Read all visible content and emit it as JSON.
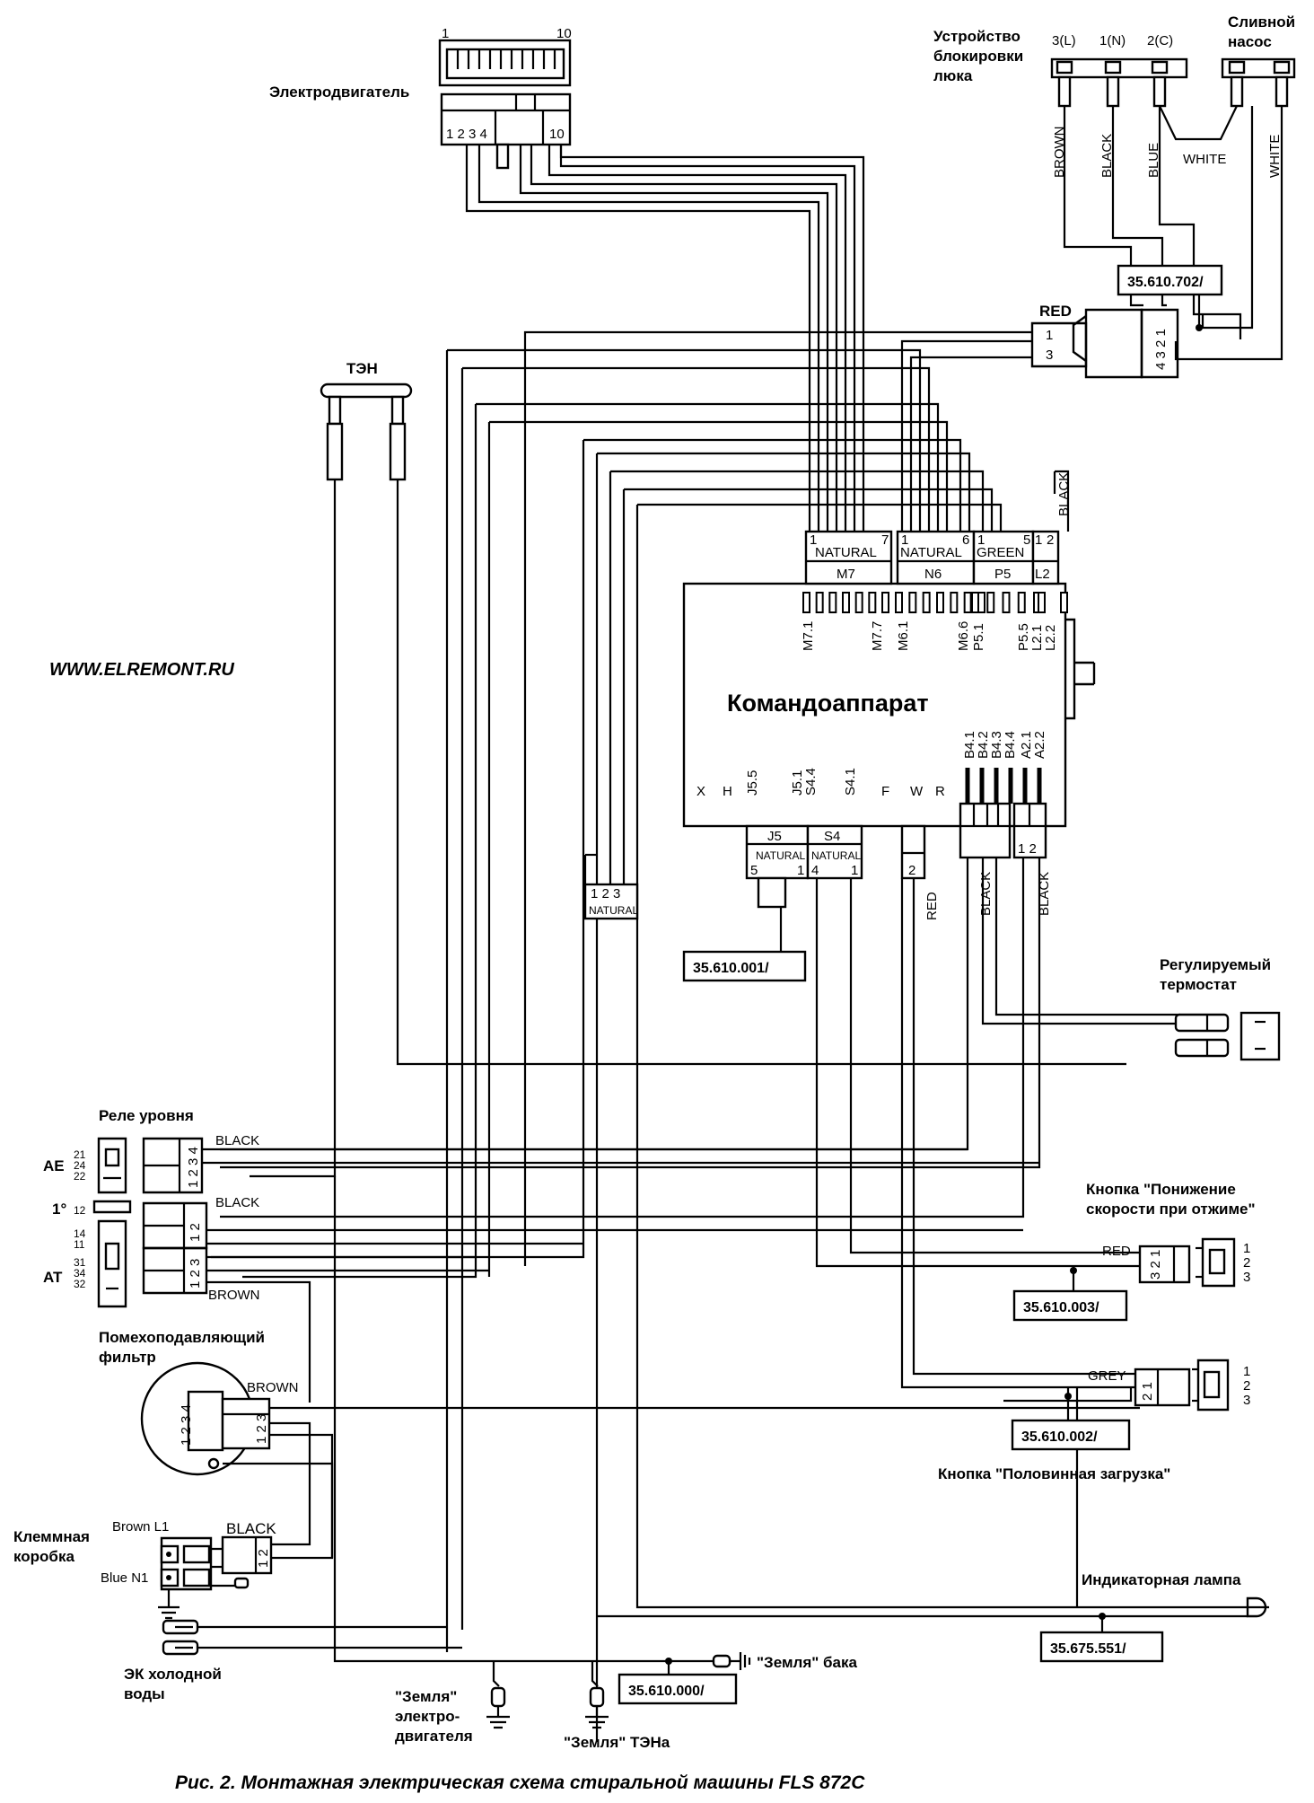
{
  "caption": "Рис.  2.  Монтажная электрическая схема стиральной машины  FLS 872С",
  "website": "WWW.ELREMONT.RU",
  "motor": {
    "label": "Электродвигатель",
    "pin_first": "1",
    "pin_last": "10",
    "pins_left": "1 2 3 4",
    "pins_right": "10"
  },
  "heater": {
    "label": "ТЭН"
  },
  "door_lock": {
    "label_line1": "Устройство",
    "label_line2": "блокировки",
    "label_line3": "люка",
    "pin_l": "3(L)",
    "pin_n": "1(N)",
    "pin_c": "2(C)"
  },
  "drain_pump": {
    "label_line1": "Сливной",
    "label_line2": "насос"
  },
  "wires": {
    "brown": "BROWN",
    "black": "BLACK",
    "blue": "BLUE",
    "white": "WHITE",
    "red": "RED",
    "grey": "GREY",
    "green": "GREEN",
    "natural": "NATURAL"
  },
  "connector_4pin": {
    "pins_left_top": "1",
    "pins_left_bottom": "3",
    "pins_right": "4 3 2 1"
  },
  "controller": {
    "label": "Командоаппарат",
    "top_connectors": [
      {
        "name": "M7",
        "pin_a": "1",
        "pin_b": "7",
        "wire": "NATURAL"
      },
      {
        "name": "N6",
        "pin_a": "1",
        "pin_b": "6",
        "wire": "NATURAL"
      },
      {
        "name": "P5",
        "pin_a": "1",
        "pin_b": "5",
        "wire": "GREEN"
      },
      {
        "name": "L2",
        "pin_a": "1",
        "pin_b": "2"
      }
    ],
    "top_pin_labels": [
      "M7.1",
      "M7.7",
      "M6.1",
      "M6.6",
      "P5.1",
      "P5.5",
      "L2.1",
      "L2.2"
    ],
    "right_pin_labels": [
      "B4.1",
      "B4.2",
      "B4.3",
      "B4.4",
      "A2.1",
      "A2.2"
    ],
    "bottom_pin_labels": [
      "X",
      "H",
      "J5.5",
      "J5.1",
      "S4.4",
      "S4.1",
      "F",
      "W",
      "R"
    ],
    "bottom_connectors": [
      {
        "name": "J5",
        "pin_a": "5",
        "pin_b": "1",
        "wire": "NATURAL"
      },
      {
        "name": "S4",
        "pin_a": "4",
        "pin_b": "1",
        "wire": "NATURAL"
      }
    ],
    "w_connector_pin": "2",
    "b4_wire": "BLACK",
    "a2_pins": "1 2",
    "a2_wire": "BLACK"
  },
  "junction_123": {
    "pins": "1 2 3",
    "wire": "NATURAL"
  },
  "codes": {
    "door_filter": "35.610.702/",
    "j5": "35.610.001/",
    "spin_button": "35.610.003/",
    "half_load": "35.610.002/",
    "lamp": "35.675.551/",
    "ground": "35.610.000/"
  },
  "thermostat": {
    "label_line1": "Регулируемый",
    "label_line2": "термостат"
  },
  "level_relay": {
    "label": "Реле уровня",
    "ae": "AE",
    "ae_pins": [
      "21",
      "24",
      "22"
    ],
    "first": "1°",
    "first_pins": [
      "12",
      "14",
      "11"
    ],
    "at": "AT",
    "at_pins": [
      "31",
      "34",
      "32"
    ],
    "plug1_pins": "1 2 3 4",
    "plug2_pins": "1 2",
    "plug3_pins": "1 2 3"
  },
  "spin_button": {
    "label_line1": "Кнопка \"Понижение",
    "label_line2": "скорости при отжиме\"",
    "pins": "3 2 1",
    "switch_pins": [
      "1",
      "2",
      "3"
    ]
  },
  "half_load_button": {
    "label": "Кнопка  \"Половинная  загрузка\"",
    "pins": "2 1",
    "switch_pins": [
      "1",
      "2",
      "3"
    ]
  },
  "filter": {
    "label_line1": "Помехоподавляющий",
    "label_line2": "фильтр",
    "pins_a": "1 2 3 4",
    "pins_b": "1 2 3"
  },
  "terminal_box": {
    "label_line1": "Клеммная",
    "label_line2": "коробка",
    "l1": "Brown L1",
    "n1": "Blue N1",
    "plug_pins": "1 2"
  },
  "valve": {
    "label_line1": "ЭК холодной",
    "label_line2": "воды"
  },
  "indicator_lamp": {
    "label": "Индикаторная  лампа"
  },
  "grounds": {
    "motor_line1": "\"Земля\"",
    "motor_line2": "электро-",
    "motor_line3": "двигателя",
    "heater": "\"Земля\"  ТЭНа",
    "tank": "\"Земля\" бака"
  }
}
